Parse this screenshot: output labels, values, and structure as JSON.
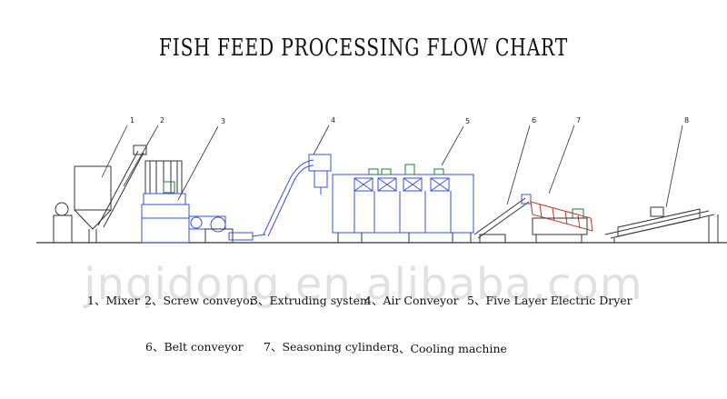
{
  "title": "FISH FEED PROCESSING FLOW CHART",
  "watermark": "jnqidong.en.alibaba.com",
  "callouts": [
    "1",
    "2",
    "3",
    "4",
    "5",
    "6",
    "7",
    "8"
  ],
  "legend": [
    "1、Mixer",
    "2、Screw conveyor",
    "3、Extruding system",
    "4、Air Conveyor",
    "5、Five Layer Electric Dryer",
    "6、Belt conveyor",
    "7、Seasoning cylinder",
    "8、Cooling machine"
  ],
  "colors": {
    "line": "#333333",
    "machine": "#3a4fd8",
    "accent": "#c0392b",
    "green": "#1e7a3a"
  }
}
